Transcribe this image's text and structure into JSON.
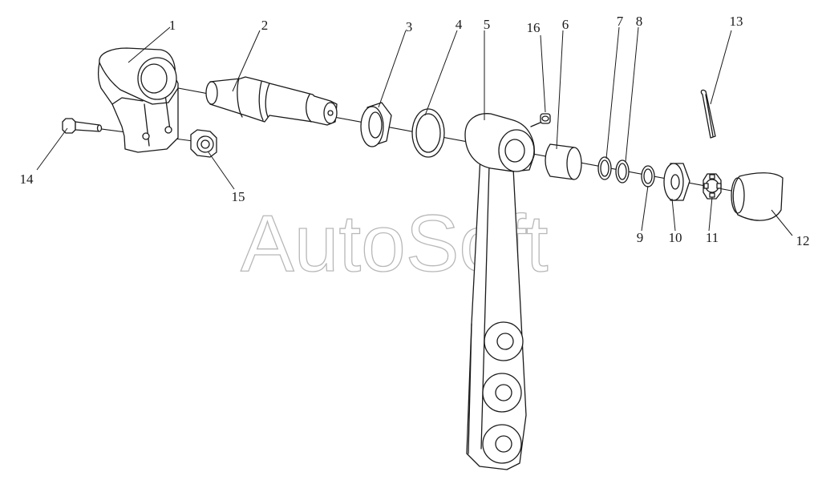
{
  "watermark": "AutoSoft",
  "labels": {
    "n1": "1",
    "n2": "2",
    "n3": "3",
    "n4": "4",
    "n5": "5",
    "n6": "6",
    "n7": "7",
    "n8": "8",
    "n9": "9",
    "n10": "10",
    "n11": "11",
    "n12": "12",
    "n13": "13",
    "n14": "14",
    "n15": "15",
    "n16": "16"
  },
  "colors": {
    "line": "#1a1a1a",
    "watermark": "#b8b8b8",
    "background": "#ffffff"
  }
}
